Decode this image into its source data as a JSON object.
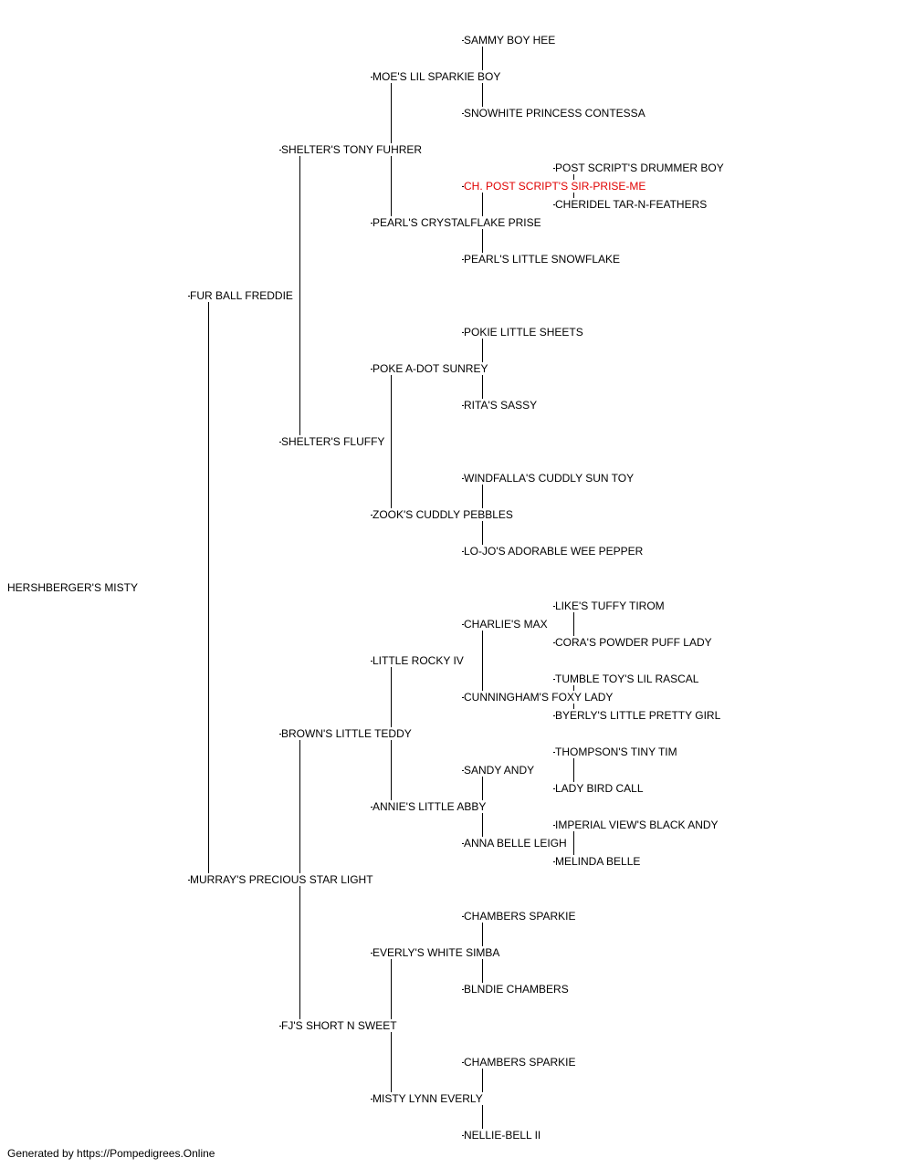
{
  "pedigree": {
    "subject": "HERSHBERGER'S MISTY",
    "sire": "FUR BALL FREDDIE",
    "sire_sire": "SHELTER'S TONY FUHRER",
    "sire_sire_sire": "MOE'S LIL SPARKIE BOY",
    "sire_sire_sire_sire": "SAMMY BOY HEE",
    "sire_sire_sire_dam": "SNOWHITE PRINCESS CONTESSA",
    "sire_sire_dam": "PEARL'S CRYSTALFLAKE PRISE",
    "sire_sire_dam_sire": "CH. POST SCRIPT'S SIR-PRISE-ME",
    "sire_sire_dam_sire_sire": "POST SCRIPT'S DRUMMER BOY",
    "sire_sire_dam_sire_dam": "CHERIDEL TAR-N-FEATHERS",
    "sire_sire_dam_dam": "PEARL'S LITTLE SNOWFLAKE",
    "sire_dam": "SHELTER'S FLUFFY",
    "sire_dam_sire": "POKE A-DOT SUNREY",
    "sire_dam_sire_sire": "POKIE LITTLE SHEETS",
    "sire_dam_sire_dam": "RITA'S SASSY",
    "sire_dam_dam": "ZOOK'S CUDDLY PEBBLES",
    "sire_dam_dam_sire": "WINDFALLA'S CUDDLY SUN TOY",
    "sire_dam_dam_dam": "LO-JO'S ADORABLE WEE PEPPER",
    "dam": "MURRAY'S PRECIOUS STAR LIGHT",
    "dam_sire": "BROWN'S LITTLE TEDDY",
    "dam_sire_sire": "LITTLE ROCKY IV",
    "dam_sire_sire_sire": "CHARLIE'S MAX",
    "dam_sire_sire_sire_sire": "LIKE'S TUFFY TIROM",
    "dam_sire_sire_sire_dam": "CORA'S POWDER PUFF LADY",
    "dam_sire_sire_dam": "CUNNINGHAM'S FOXY LADY",
    "dam_sire_sire_dam_sire": "TUMBLE TOY'S LIL RASCAL",
    "dam_sire_sire_dam_dam": "BYERLY'S LITTLE PRETTY GIRL",
    "dam_sire_dam": "ANNIE'S LITTLE ABBY",
    "dam_sire_dam_sire": "SANDY ANDY",
    "dam_sire_dam_sire_sire": "THOMPSON'S TINY TIM",
    "dam_sire_dam_sire_dam": "LADY BIRD CALL",
    "dam_sire_dam_dam": "ANNA BELLE LEIGH",
    "dam_sire_dam_dam_sire": "IMPERIAL VIEW'S BLACK ANDY",
    "dam_sire_dam_dam_dam": "MELINDA BELLE",
    "dam_dam": "FJ'S SHORT N SWEET",
    "dam_dam_sire": "EVERLY'S WHITE SIMBA",
    "dam_dam_sire_sire": "CHAMBERS SPARKIE",
    "dam_dam_sire_dam": "BLNDIE CHAMBERS",
    "dam_dam_dam": "MISTY LYNN EVERLY",
    "dam_dam_dam_sire": "CHAMBERS SPARKIE",
    "dam_dam_dam_dam": "NELLIE-BELL II"
  },
  "highlight_color": "#e00000",
  "line_color": "#000000",
  "footer": "Generated by https://Pompedigrees.Online"
}
